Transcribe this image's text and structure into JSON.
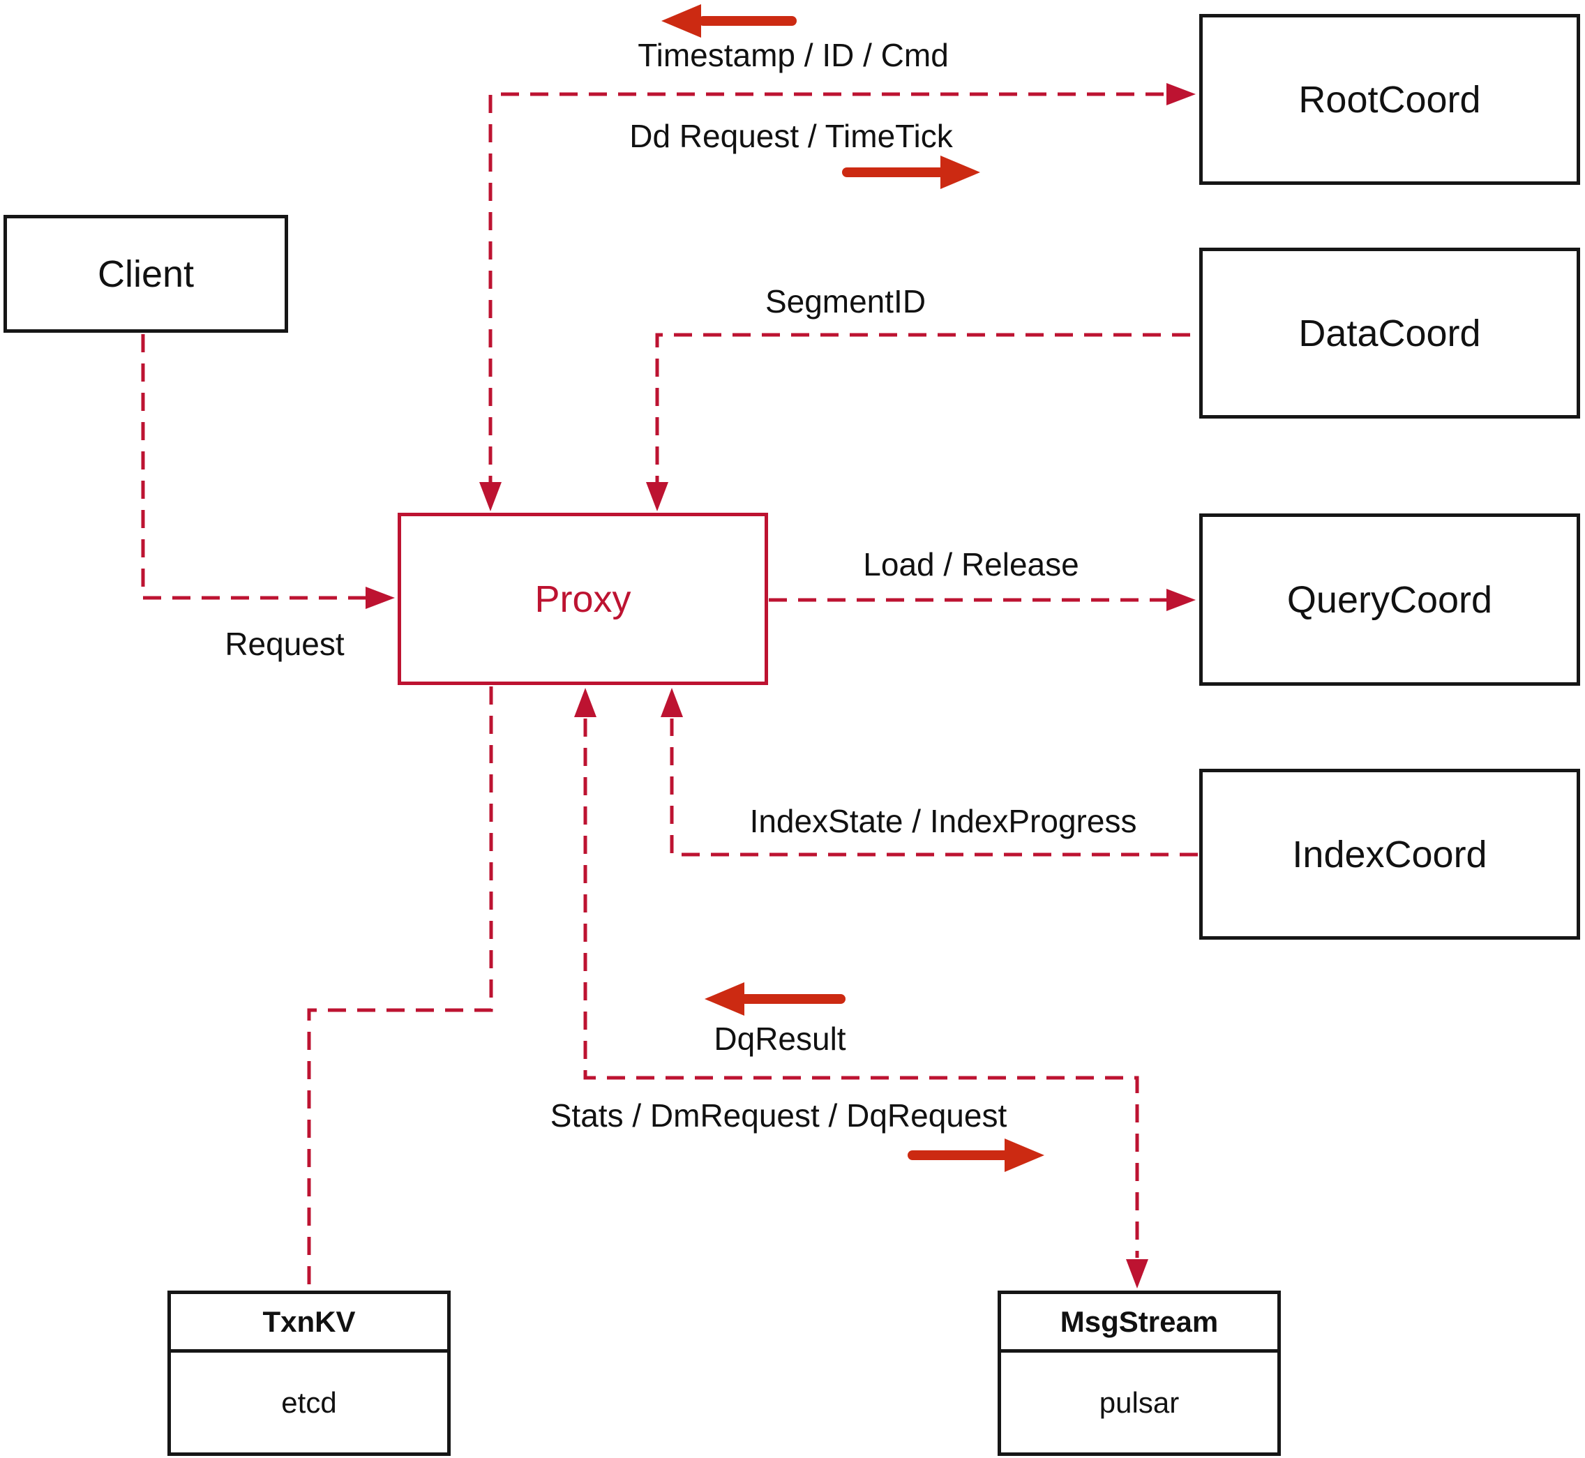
{
  "diagram": {
    "nodes": {
      "client": {
        "label": "Client"
      },
      "rootcoord": {
        "label": "RootCoord"
      },
      "datacoord": {
        "label": "DataCoord"
      },
      "querycoord": {
        "label": "QueryCoord"
      },
      "indexcoord": {
        "label": "IndexCoord"
      },
      "proxy": {
        "label": "Proxy"
      },
      "txnkv": {
        "title": "TxnKV",
        "subtitle": "etcd"
      },
      "msgstream": {
        "title": "MsgStream",
        "subtitle": "pulsar"
      }
    },
    "edge_labels": {
      "timestamp_id_cmd": "Timestamp / ID / Cmd",
      "dd_request_timetick": "Dd Request / TimeTick",
      "segment_id": "SegmentID",
      "request": "Request",
      "load_release": "Load / Release",
      "index_state": "IndexState / IndexProgress",
      "dq_result": "DqResult",
      "stats_dm_dq": "Stats / DmRequest / DqRequest"
    },
    "colors": {
      "line_red": "#bd1331",
      "arrow_red": "#cc2a12",
      "box_black": "#161616",
      "text_black": "#111111",
      "background": "#ffffff"
    }
  }
}
